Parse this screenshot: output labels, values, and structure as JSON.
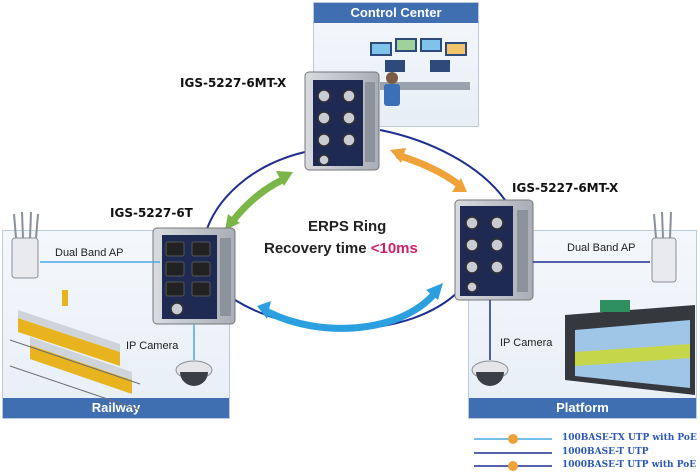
{
  "control_center": {
    "title": "Control Center"
  },
  "railway": {
    "title": "Railway",
    "ap_label": "Dual Band AP",
    "camera_label": "IP Camera"
  },
  "platform": {
    "title": "Platform",
    "ap_label": "Dual Band AP",
    "camera_label": "IP Camera"
  },
  "switches": {
    "top": "IGS-5227-6MT-X",
    "left": "IGS-5227-6T",
    "right": "IGS-5227-6MT-X"
  },
  "ring": {
    "title": "ERPS Ring",
    "recovery_prefix": "Recovery time ",
    "recovery_value": "<10ms"
  },
  "legend": [
    {
      "label": "100BASE-TX UTP with PoE",
      "color": "#49a9e3",
      "poe": true
    },
    {
      "label": "1000BASE-T UTP",
      "color": "#1f2f8f",
      "poe": false
    },
    {
      "label": "1000BASE-T UTP with PoE",
      "color": "#1f2f8f",
      "poe": true
    }
  ],
  "colors": {
    "panel_bar": "#3f6fb1",
    "ring_line": "#1f2f8f",
    "arrow_green": "#7ab648",
    "arrow_orange": "#f0a23a",
    "arrow_blue": "#2aa0e0",
    "highlight": "#d11f6a"
  }
}
